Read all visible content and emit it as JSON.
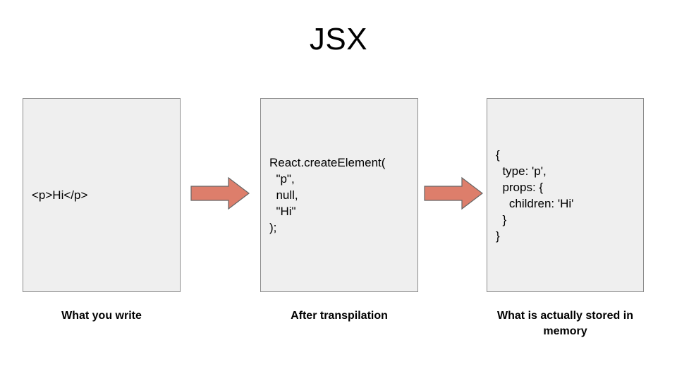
{
  "slide": {
    "title": "JSX",
    "background_color": "#FFFFFF",
    "text_color": "#000000"
  },
  "style": {
    "box_fill": "#EFEFEF",
    "box_border": "#8C8C8C",
    "arrow_fill": "#DD7E6B",
    "arrow_stroke": "#666666"
  },
  "columns": [
    {
      "id": "what-you-write",
      "caption": "What you write",
      "code_lines": [
        "<p>Hi</p>"
      ]
    },
    {
      "id": "after-transpilation",
      "caption": "After transpilation",
      "code_lines": [
        "React.createElement(",
        "  \"p\",",
        "  null,",
        "  \"Hi\"",
        ");"
      ]
    },
    {
      "id": "stored-in-memory",
      "caption": "What is actually stored in memory",
      "code_lines": [
        "{",
        "  type: 'p',",
        "  props: {",
        "    children: 'Hi'",
        "  }",
        "}"
      ]
    }
  ],
  "arrows": [
    {
      "id": "arrow-write-to-transpile",
      "icon": "right-arrow-icon",
      "direction": "right"
    },
    {
      "id": "arrow-transpile-to-memory",
      "icon": "right-arrow-icon",
      "direction": "right"
    }
  ]
}
